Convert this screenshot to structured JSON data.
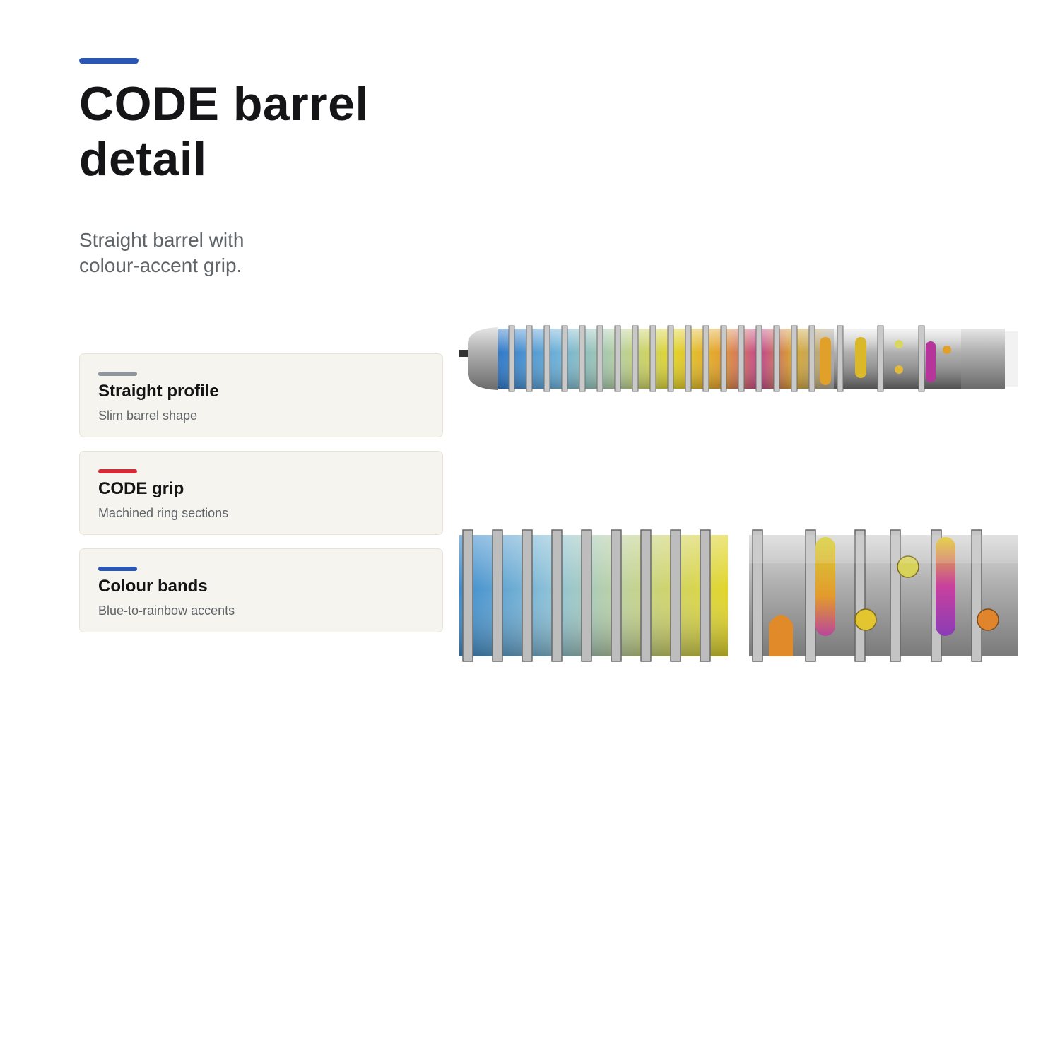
{
  "header": {
    "accent_color": "#2a57b4",
    "title_lines": [
      "CODE barrel",
      "detail"
    ],
    "subtitle_lines": [
      "Straight barrel with",
      "colour-accent grip."
    ]
  },
  "features": [
    {
      "title": "Straight profile",
      "description": "Slim barrel shape",
      "color": "#8e959c"
    },
    {
      "title": "CODE grip",
      "description": "Machined ring sections",
      "color": "#d32b35"
    },
    {
      "title": "Colour bands",
      "description": "Blue-to-rainbow accents",
      "color": "#2a57b4"
    }
  ],
  "images": {
    "full_barrel": {
      "icon": "dart-barrel-icon"
    },
    "zoom_rings": {
      "icon": "barrel-rings-closeup-icon"
    },
    "zoom_grip": {
      "icon": "barrel-grip-closeup-icon"
    }
  }
}
